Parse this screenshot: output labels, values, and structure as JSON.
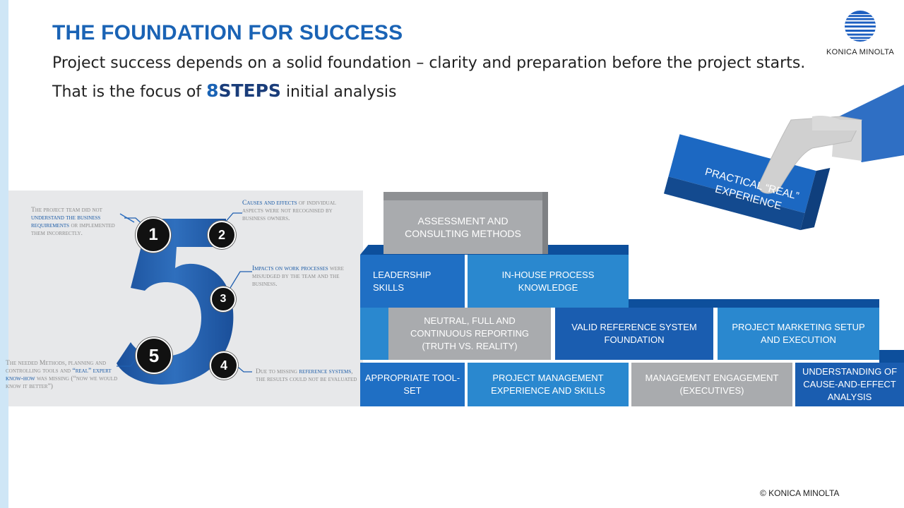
{
  "header": {
    "title": "THE FOUNDATION FOR SUCCESS",
    "subtitle_start": "Project success depends on a solid foundation – clarity and preparation before the project starts. That is the focus of",
    "subtitle_num": "8",
    "subtitle_steps": "STEPS",
    "subtitle_end": "initial analysis"
  },
  "logo": {
    "brand": "KONICA MINOLTA",
    "icon": "konica-minolta-globe-icon"
  },
  "five": {
    "digit": "5",
    "circles": [
      "1",
      "2",
      "3",
      "4",
      "5"
    ],
    "notes": {
      "n1_a": "The project team did not",
      "n1_b": "understand the business requirements",
      "n1_c": "or implemented them incorrectly.",
      "n2_a": "Causes and effects",
      "n2_b": "of individual aspects were not recognised by business owners.",
      "n3_a": "Impacts on work processes",
      "n3_b": "were misjudged by the team and the business.",
      "n4_a": "Due to missing",
      "n4_b": "reference systems",
      "n4_c": ", the results could not be evaluated",
      "n5_a": "The needed Methods, planning and controlling tools and",
      "n5_b": "“real” expert know-how",
      "n5_c": "was missing (“now we would know it better”)"
    }
  },
  "blocks": {
    "assessment": "ASSESSMENT AND CONSULTING METHODS",
    "leadership": "LEADERSHIP SKILLS",
    "inhouse": "IN-HOUSE PROCESS KNOWLEDGE",
    "neutral": "NEUTRAL, FULL AND CONTINUOUS REPORTING (TRUTH VS. REALITY)",
    "valid_ref": "VALID REFERENCE SYSTEM FOUNDATION",
    "project_marketing": "PROJECT MARKETING SETUP AND EXECUTION",
    "toolset": "APPROPRIATE TOOL-SET",
    "pm_experience": "PROJECT MANAGEMENT EXPERIENCE AND SKILLS",
    "mgmt": "MANAGEMENT ENGAGEMENT (EXECUTIVES)",
    "cause_effect": "UNDERSTANDING OF CAUSE-AND-EFFECT ANALYSIS",
    "practical": "PRACTICAL “REAL” EXPERIENCE"
  },
  "footer": {
    "copyright": "© KONICA MINOLTA"
  },
  "colors": {
    "accent": "#1a63b5",
    "block_dark": "#1f6fc4",
    "block_mid": "#2a88cf",
    "block_gray": "#a9abae"
  }
}
